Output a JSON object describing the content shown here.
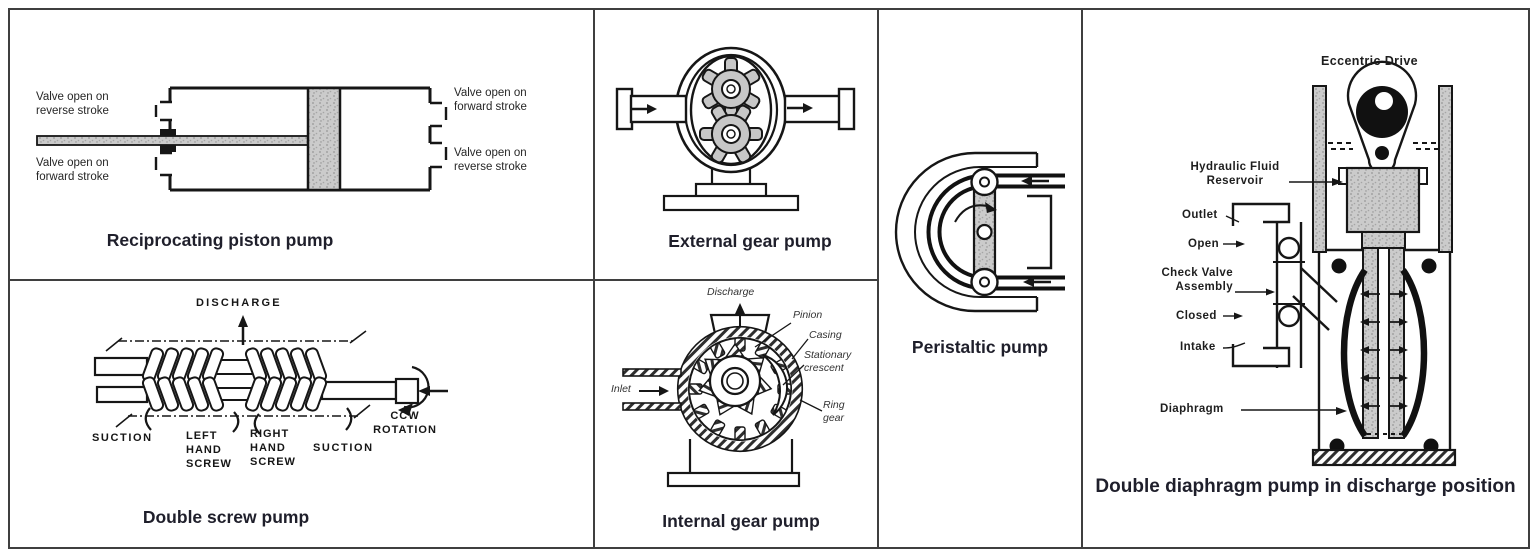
{
  "board": {
    "background": "#ffffff",
    "border_color": "#3f3f3f",
    "ink_color": "#161616",
    "caption_color": "#1f1f2b",
    "metal_gray": "#cbcbcb"
  },
  "panels": {
    "reciprocating": {
      "caption": "Reciprocating piston pump",
      "labels": {
        "valve_top_left": "Valve open on\nreverse stroke",
        "valve_bottom_left": "Valve open on\nforward stroke",
        "valve_top_right": "Valve open on\nforward stroke",
        "valve_bottom_right": "Valve open on\nreverse stroke"
      }
    },
    "double_screw": {
      "caption": "Double screw pump",
      "labels": {
        "discharge": "DISCHARGE",
        "suction_left": "SUCTION",
        "left_hand_screw": "LEFT\nHAND\nSCREW",
        "right_hand_screw": "RIGHT\nHAND\nSCREW",
        "suction_right": "SUCTION",
        "ccw_rotation": "CCW\nROTATION"
      }
    },
    "external_gear": {
      "caption": "External gear pump"
    },
    "internal_gear": {
      "caption": "Internal gear pump",
      "labels": {
        "discharge": "Discharge",
        "pinion": "Pinion",
        "casing": "Casing",
        "stationary_crescent": "Stationary\ncrescent",
        "inlet": "Inlet",
        "ring_gear": "Ring\ngear"
      }
    },
    "peristaltic": {
      "caption": "Peristaltic pump"
    },
    "double_diaphragm": {
      "caption": "Double diaphragm pump in discharge position",
      "labels": {
        "eccentric_drive": "Eccentric Drive",
        "hydraulic_fluid_reservoir": "Hydraulic Fluid\nReservoir",
        "outlet": "Outlet",
        "open": "Open",
        "check_valve_assembly": "Check Valve\nAssembly",
        "closed": "Closed",
        "intake": "Intake",
        "diaphragm": "Diaphragm"
      }
    }
  }
}
